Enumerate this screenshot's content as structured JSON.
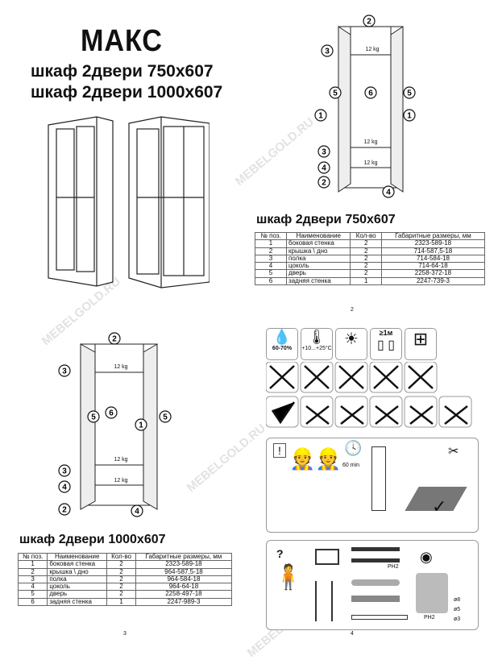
{
  "watermark": "MEBELGOLD.RU",
  "header": {
    "title": "МАКС",
    "subtitle1": "шкаф 2двери 750x607",
    "subtitle2": "шкаф 2двери 1000x607"
  },
  "sections": [
    {
      "title": "шкаф 2двери 750x607",
      "page": "2",
      "diagram_labels": [
        "2",
        "3",
        "5",
        "6",
        "5",
        "1",
        "1",
        "3",
        "4",
        "2",
        "4"
      ],
      "weights": [
        "12 kg",
        "12 kg",
        "12 kg"
      ],
      "table": {
        "headers": [
          "№ поз.",
          "Наименование",
          "Кол-во",
          "Габаритные размеры, мм"
        ],
        "rows": [
          [
            "1",
            "боковая стенка",
            "2",
            "2323-589-18"
          ],
          [
            "2",
            "крышка \\ дно",
            "2",
            "714-587,5-18"
          ],
          [
            "3",
            "полка",
            "2",
            "714-584-18"
          ],
          [
            "4",
            "цоколь",
            "2",
            "714-64-18"
          ],
          [
            "5",
            "дверь",
            "2",
            "2258-372-18"
          ],
          [
            "6",
            "задняя стенка",
            "1",
            "2247-739-3"
          ]
        ]
      }
    },
    {
      "title": "шкаф 2двери 1000x607",
      "page": "3",
      "diagram_labels": [
        "2",
        "3",
        "5",
        "6",
        "1",
        "5",
        "3",
        "4",
        "2",
        "4"
      ],
      "weights": [
        "12 kg",
        "12 kg",
        "12 kg"
      ],
      "table": {
        "headers": [
          "№ поз.",
          "Наименование",
          "Кол-во",
          "Габаритные размеры, мм"
        ],
        "rows": [
          [
            "1",
            "боковая стенка",
            "2",
            "2323-589-18"
          ],
          [
            "2",
            "крышка \\ дно",
            "2",
            "964-587,5-18"
          ],
          [
            "3",
            "полка",
            "2",
            "964-584-18"
          ],
          [
            "4",
            "цоколь",
            "2",
            "964-64-18"
          ],
          [
            "5",
            "дверь",
            "2",
            "2258-497-18"
          ],
          [
            "6",
            "задняя стенка",
            "1",
            "2247-989-3"
          ]
        ]
      }
    }
  ],
  "care": {
    "humidity": "60-70%",
    "temperature": "+10...+25°C",
    "distance": "≥1м",
    "time": "60 min",
    "tools": [
      "PH2",
      "PH2",
      "ø8",
      "ø5",
      "ø3"
    ]
  },
  "page4": "4"
}
